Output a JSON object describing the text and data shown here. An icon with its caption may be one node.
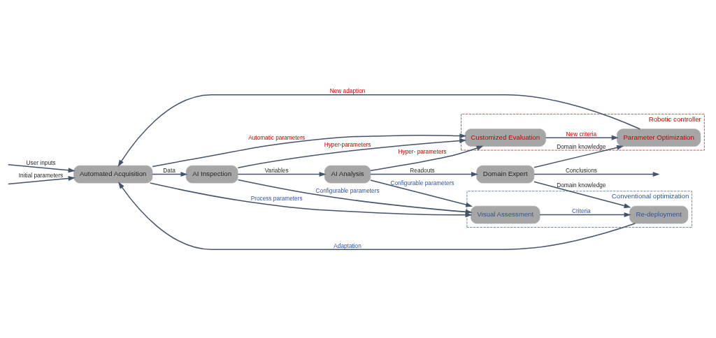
{
  "diagram": {
    "nodes": [
      {
        "text": [
          "Robotic controller"
        ]
      },
      {
        "text": [
          "Parameter Optimization"
        ],
        "in": 0
      },
      {
        "text": [
          "Customized Evaluation"
        ],
        "in": 0
      },
      {
        "text": [
          "Automated Acquisition"
        ]
      },
      {
        "text": [
          "AI Inspection"
        ]
      },
      {
        "text": [
          "AI Analysis"
        ]
      },
      {
        "text": [
          "Domain Expert"
        ]
      },
      {
        "text": [
          "Conventional optimization"
        ]
      },
      {
        "text": [
          "Visual Assessment"
        ],
        "in": 7
      },
      {
        "text": [
          "Re-deployment"
        ],
        "in": 7
      }
    ],
    "edges": [
      {
        "from": null,
        "to": 3,
        "arrow": "to",
        "label": "User inputs"
      },
      {
        "from": null,
        "to": 3,
        "arrow": "to",
        "label": "Initial parameters"
      },
      {
        "from": 3,
        "to": 4,
        "arrow": "to",
        "label": "Data"
      },
      {
        "from": 4,
        "to": 5,
        "arrow": "to",
        "label": "Variables"
      },
      {
        "from": 5,
        "to": 6,
        "arrow": "to",
        "label": "Readouts"
      },
      {
        "from": 6,
        "to": null,
        "arrow": "to",
        "label": "Conclusions"
      },
      {
        "from": 6,
        "to": 1,
        "arrow": "to",
        "label": "Domain knowledge"
      },
      {
        "from": 6,
        "to": 9,
        "arrow": "to",
        "label": "Domain knowledge"
      },
      {
        "from": 1,
        "to": 3,
        "arrow": "to",
        "label": "New adaption"
      },
      {
        "from": 3,
        "to": 2,
        "arrow": "to",
        "label": "Automatic parameters"
      },
      {
        "from": 2,
        "to": 1,
        "arrow": "to",
        "label": "New criteria"
      },
      {
        "from": 4,
        "to": 2,
        "arrow": "to",
        "label": "Hyper-parameters"
      },
      {
        "from": 5,
        "to": 2,
        "arrow": "to",
        "label": "Hyper- parameters"
      },
      {
        "from": 4,
        "to": 8,
        "arrow": "to",
        "label": "Configurable parameters"
      },
      {
        "from": 3,
        "to": 8,
        "arrow": "to",
        "label": "Process parameters"
      },
      {
        "from": 5,
        "to": 8,
        "arrow": "to",
        "label": "Configurable parameters"
      },
      {
        "from": 8,
        "to": 9,
        "arrow": "to",
        "label": "Criteria"
      },
      {
        "from": 9,
        "to": 3,
        "arrow": "to",
        "label": "Adaptation"
      }
    ]
  }
}
